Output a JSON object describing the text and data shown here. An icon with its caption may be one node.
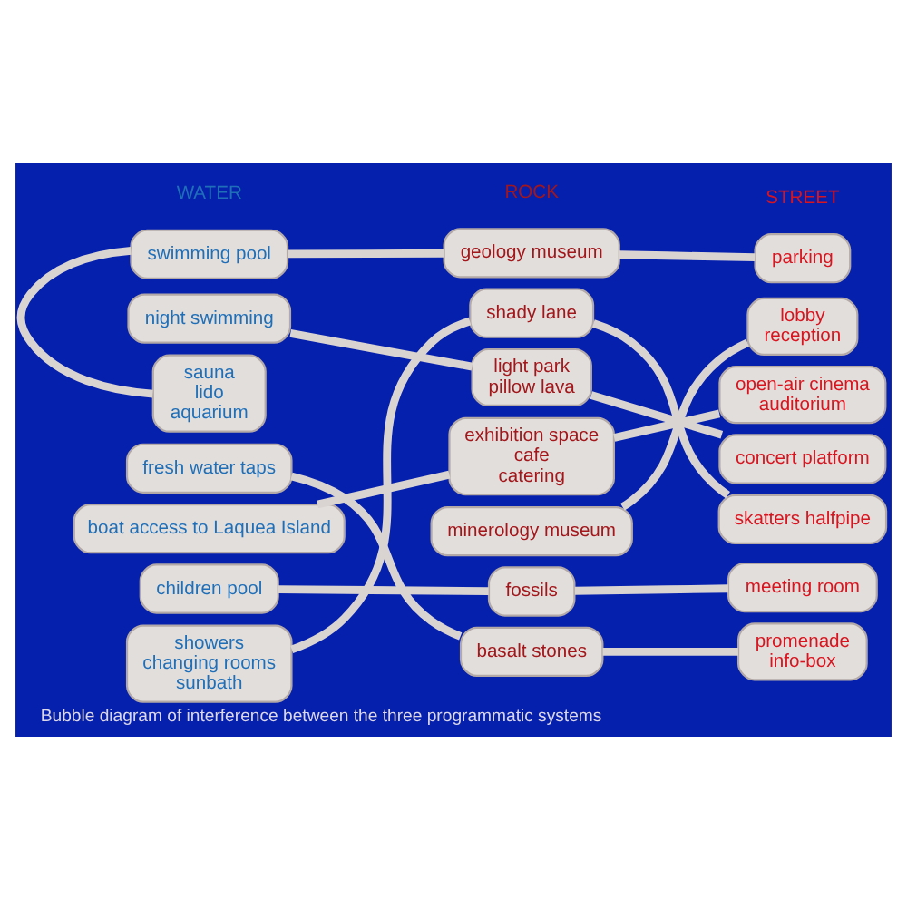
{
  "diagram": {
    "caption": "Bubble diagram of interference between the three programmatic systems",
    "nodes": [
      {
        "text": [
          "swimming pool"
        ]
      },
      {
        "text": [
          "night swimming"
        ]
      },
      {
        "text": [
          "sauna",
          "lido",
          "aquarium"
        ]
      },
      {
        "text": [
          "fresh water taps"
        ]
      },
      {
        "text": [
          "boat access to Laquea Island"
        ]
      },
      {
        "text": [
          "children pool"
        ]
      },
      {
        "text": [
          "showers",
          "changing rooms",
          "sunbath"
        ]
      },
      {
        "text": [
          "geology museum"
        ]
      },
      {
        "text": [
          "shady lane"
        ]
      },
      {
        "text": [
          "light park",
          "pillow lava"
        ]
      },
      {
        "text": [
          "exhibition space",
          "cafe",
          "catering"
        ]
      },
      {
        "text": [
          "minerology museum"
        ]
      },
      {
        "text": [
          "fossils"
        ]
      },
      {
        "text": [
          "basalt stones"
        ]
      },
      {
        "text": [
          "parking"
        ]
      },
      {
        "text": [
          "lobby",
          "reception"
        ]
      },
      {
        "text": [
          "open-air cinema",
          "auditorium"
        ]
      },
      {
        "text": [
          "concert platform"
        ]
      },
      {
        "text": [
          "skatters halfpipe"
        ]
      },
      {
        "text": [
          "meeting room"
        ]
      },
      {
        "text": [
          "promenade",
          "info-box"
        ]
      }
    ],
    "edges": [
      {
        "from": 0,
        "to": 7,
        "arrow": "none"
      },
      {
        "from": 0,
        "to": 2,
        "arrow": "none"
      },
      {
        "from": 1,
        "to": 9,
        "arrow": "none"
      },
      {
        "from": 3,
        "to": 13,
        "arrow": "none"
      },
      {
        "from": 4,
        "to": 10,
        "arrow": "none"
      },
      {
        "from": 5,
        "to": 12,
        "arrow": "none"
      },
      {
        "from": 6,
        "to": 8,
        "arrow": "none"
      },
      {
        "from": 7,
        "to": 14,
        "arrow": "none"
      },
      {
        "from": 8,
        "to": 18,
        "arrow": "none"
      },
      {
        "from": 9,
        "to": 17,
        "arrow": "none"
      },
      {
        "from": 10,
        "to": 16,
        "arrow": "none"
      },
      {
        "from": 11,
        "to": 15,
        "arrow": "none"
      },
      {
        "from": 12,
        "to": 19,
        "arrow": "none"
      },
      {
        "from": 13,
        "to": 20,
        "arrow": "none"
      }
    ],
    "labels": [
      "WATER",
      "ROCK",
      "STREET"
    ]
  }
}
